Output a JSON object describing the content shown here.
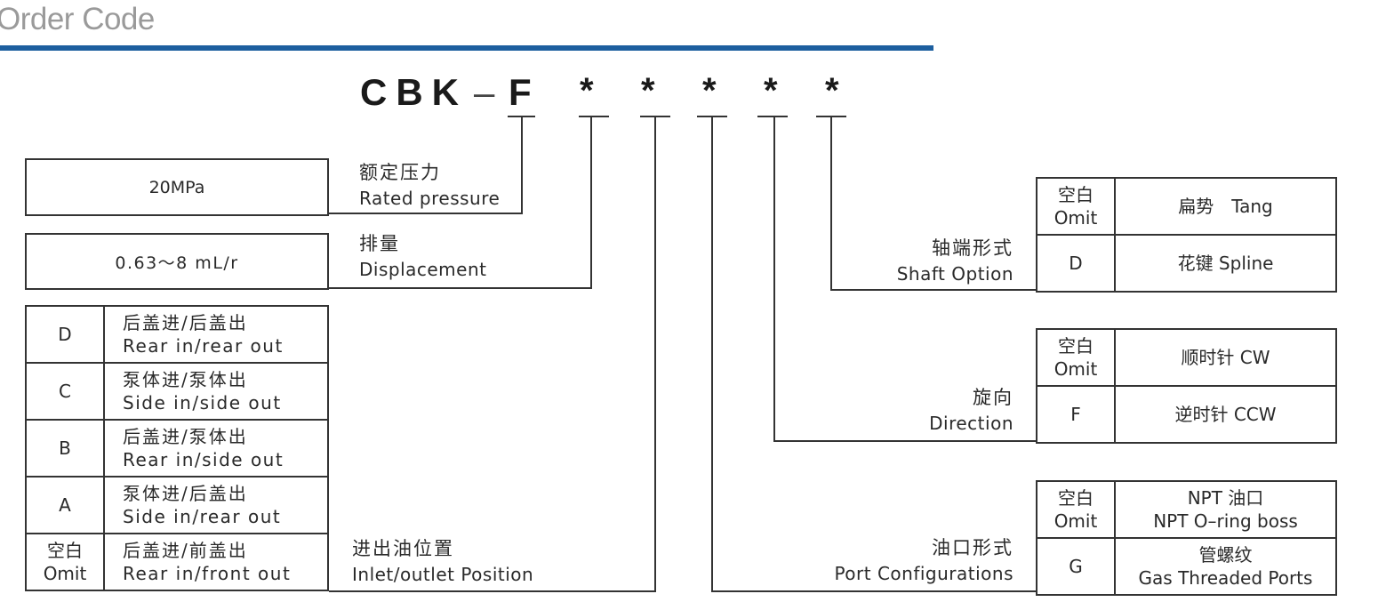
{
  "title": "Order Code",
  "code": {
    "prefix": "CBK",
    "dash": "–",
    "series": "F",
    "placeholders": [
      "*",
      "*",
      "*",
      "*",
      "*"
    ]
  },
  "rated_pressure": {
    "value": "20MPa",
    "label_cn": "额定压力",
    "label_en": "Rated pressure"
  },
  "displacement": {
    "value": "0.63～8 mL/r",
    "label_cn": "排量",
    "label_en": "Displacement"
  },
  "inlet_outlet": {
    "label_cn": "进出油位置",
    "label_en": "Inlet/outlet Position",
    "rows": [
      {
        "code": "D",
        "code_en": "",
        "cn": "后盖进/后盖出",
        "en": "Rear in/rear out"
      },
      {
        "code": "C",
        "code_en": "",
        "cn": "泵体进/泵体出",
        "en": "Side in/side out"
      },
      {
        "code": "B",
        "code_en": "",
        "cn": "后盖进/泵体出",
        "en": "Rear in/side out"
      },
      {
        "code": "A",
        "code_en": "",
        "cn": "泵体进/后盖出",
        "en": "Side in/rear out"
      },
      {
        "code": "空白",
        "code_en": "Omit",
        "cn": "后盖进/前盖出",
        "en": "Rear in/front out"
      }
    ]
  },
  "shaft": {
    "label_cn": "轴端形式",
    "label_en": "Shaft Option",
    "rows": [
      {
        "code": "空白",
        "code_en": "Omit",
        "desc": "扁势　Tang",
        "desc2": ""
      },
      {
        "code": "D",
        "code_en": "",
        "desc": "花键 Spline",
        "desc2": ""
      }
    ]
  },
  "direction": {
    "label_cn": "旋向",
    "label_en": "Direction",
    "rows": [
      {
        "code": "空白",
        "code_en": "Omit",
        "desc": "顺时针 CW",
        "desc2": ""
      },
      {
        "code": "F",
        "code_en": "",
        "desc": "逆时针 CCW",
        "desc2": ""
      }
    ]
  },
  "port": {
    "label_cn": "油口形式",
    "label_en": "Port Configurations",
    "rows": [
      {
        "code": "空白",
        "code_en": "Omit",
        "desc": "NPT 油口",
        "desc2": "NPT O–ring boss"
      },
      {
        "code": "G",
        "code_en": "",
        "desc": "管螺纹",
        "desc2": "Gas Threaded Ports"
      }
    ]
  }
}
